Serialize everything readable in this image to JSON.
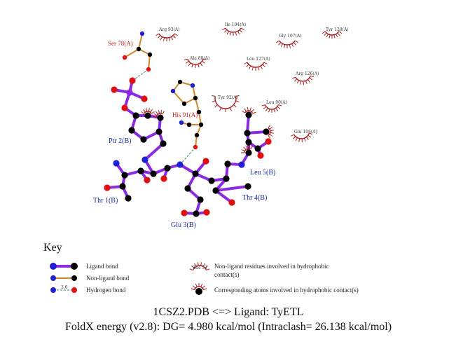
{
  "colors": {
    "ligand_bond": "#8a2be2",
    "nonligand_bond": "#d2882a",
    "hbond": "#2e8b57",
    "hydrophobic": "#b01c1c",
    "atom_c": "#000000",
    "atom_n": "#1f1fd6",
    "atom_o": "#e01010",
    "label_red": "#cc2222",
    "label_blue": "#1a2aa0"
  },
  "hydrophobic_residues": [
    "Arg 93(A)",
    "Ile 104(A)",
    "Gly 107(A)",
    "Tyr 120(A)",
    "Ala 88(A)",
    "Leu 127(A)",
    "Arg 126(A)",
    "Tyr 92(A)",
    "Leu 90(A)",
    "Glu 106(A)"
  ],
  "interacting_residues": [
    "Ser 78(A)",
    "His 91(A)"
  ],
  "ligand_residues": [
    "Ptr 2(B)",
    "Thr 1(B)",
    "Glu 3(B)",
    "Thr 4(B)",
    "Leu 5(B)"
  ],
  "key": {
    "title": "Key",
    "ligand_bond": "Ligand bond",
    "nonligand_bond": "Non-ligand bond",
    "hydrogen_bond": "Hydrogen bond",
    "hbond_distance": "3.0",
    "residue_example": "His 53",
    "residue_desc_1": "Non-ligand residues involved in hydrophobic",
    "residue_desc_2": "contact(s)",
    "atom_desc": "Corresponding atoms involved in hydrophobic contact(s)"
  },
  "caption": {
    "line1": "1CSZ2.PDB <=> Ligand: TyETL",
    "line2": "FoldX energy (v2.8): DG= 4.980 kcal/mol (Intraclash= 26.138 kcal/mol)"
  }
}
